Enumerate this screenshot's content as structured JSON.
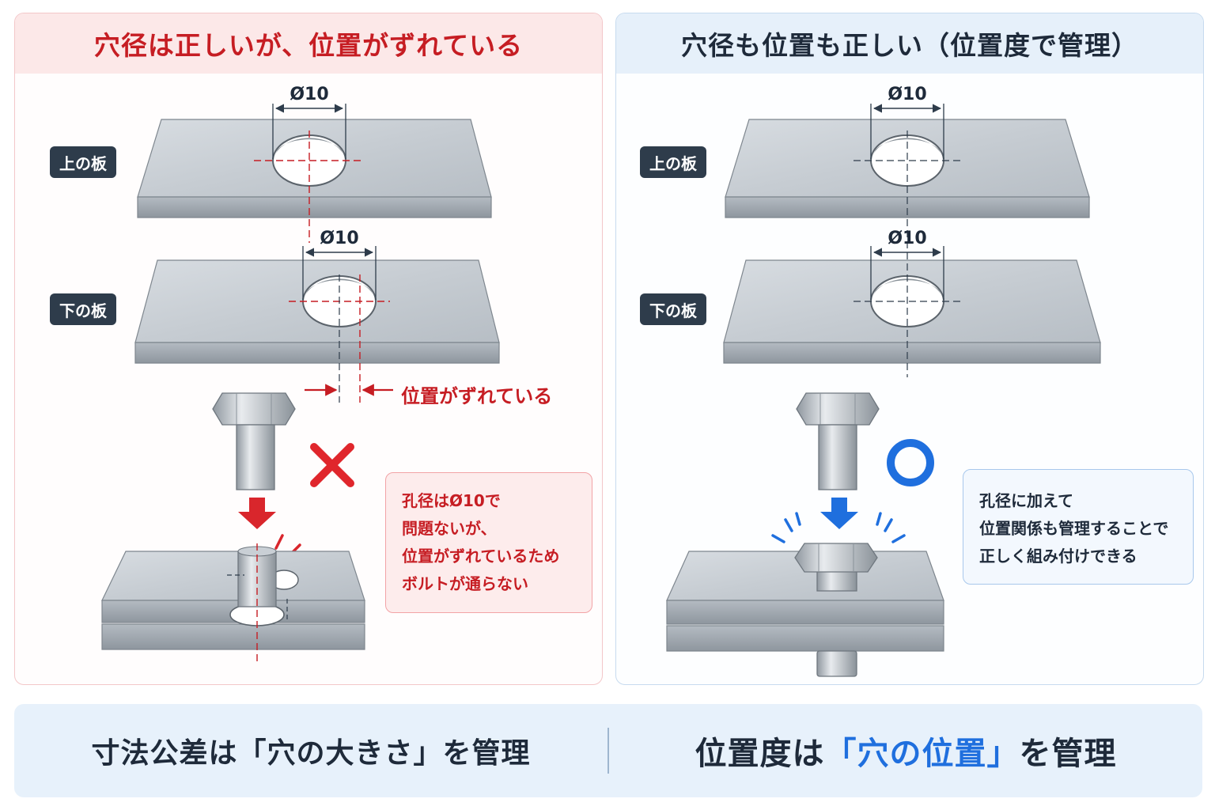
{
  "left_panel": {
    "title": "穴径は正しいが、位置がずれている",
    "upper_plate_label": "上の板",
    "lower_plate_label": "下の板",
    "upper_dim": "Ø10",
    "lower_dim": "Ø10",
    "offset_label": "位置がずれている",
    "verdict": "×",
    "note_lines": [
      "孔径はØ10で",
      "問題ないが、",
      "位置がずれているため",
      "ボルトが通らない"
    ]
  },
  "right_panel": {
    "title": "穴径も位置も正しい（位置度で管理）",
    "upper_plate_label": "上の板",
    "lower_plate_label": "下の板",
    "upper_dim": "Ø10",
    "lower_dim": "Ø10",
    "verdict": "○",
    "note_lines": [
      "孔径に加えて",
      "位置関係も管理することで",
      "正しく組み付けできる"
    ]
  },
  "footer": {
    "left_text": "寸法公差は「穴の大きさ」を管理",
    "right_prefix": "位置度は",
    "right_highlight": "「穴の位置」",
    "right_suffix": "を管理"
  },
  "colors": {
    "error_red": "#c61d23",
    "ok_blue": "#1f6fde",
    "label_dark": "#2e3c4b",
    "plate_steel": "#c9cfd5"
  }
}
